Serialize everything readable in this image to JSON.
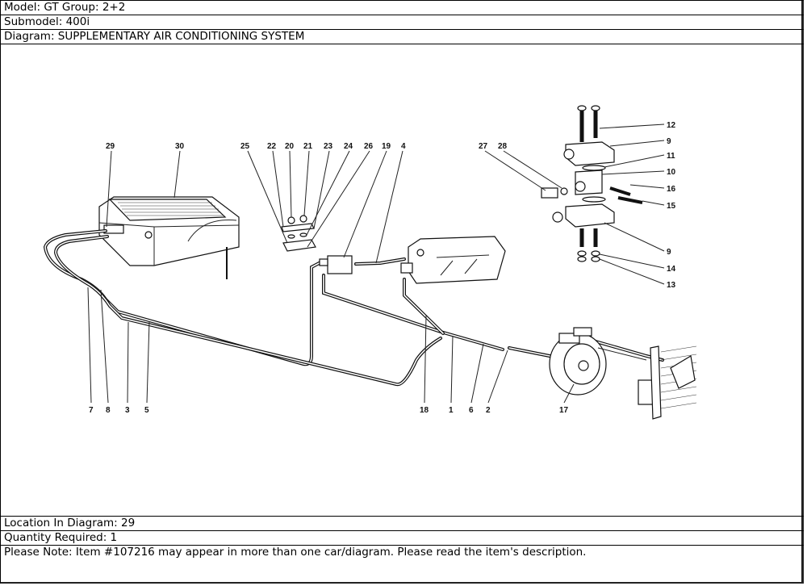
{
  "header": {
    "model": "Model: GT Group: 2+2",
    "submodel": "Submodel: 400i",
    "diagram": "Diagram: SUPPLEMENTARY AIR CONDITIONING SYSTEM"
  },
  "footer": {
    "location": "Location In Diagram: 29",
    "quantity": "Quantity Required: 1",
    "note": "Please Note: Item #107216 may appear in more than one car/diagram. Please read the item's description."
  },
  "diagram": {
    "callouts_top_left": [
      "29",
      "30"
    ],
    "callouts_top_middle": [
      "25",
      "22",
      "20",
      "21",
      "23",
      "24",
      "26",
      "19",
      "4"
    ],
    "callouts_valve": [
      "27",
      "28"
    ],
    "callouts_right": [
      "12",
      "9",
      "11",
      "10",
      "16",
      "15",
      "9",
      "14",
      "13"
    ],
    "callouts_bottom": [
      "7",
      "8",
      "3",
      "5",
      "18",
      "1",
      "6",
      "2",
      "17"
    ]
  }
}
